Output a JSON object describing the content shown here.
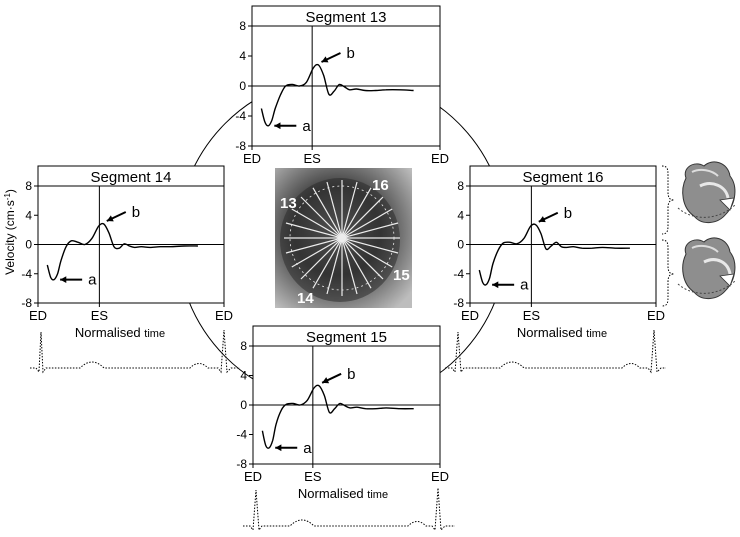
{
  "figure": {
    "ylabel": "Velocity",
    "ylabel_unit": "(cm·s",
    "ylabel_sup": "-1",
    "ylabel_close": ")",
    "xlabel": "Normalised",
    "xlabel_unit": "time"
  },
  "image_labels": [
    "13",
    "16",
    "15",
    "14"
  ],
  "chart_data": [
    {
      "type": "line",
      "title": "Segment 13",
      "ylim": [
        -8,
        8
      ],
      "yticks": [
        "8",
        "4",
        "0",
        "-4",
        "-8"
      ],
      "xticks": [
        "ED",
        "ES",
        "ED"
      ],
      "x": [
        0.0,
        0.02,
        0.04,
        0.06,
        0.08,
        0.11,
        0.14,
        0.18,
        0.22,
        0.26,
        0.3,
        0.33,
        0.36,
        0.39,
        0.42,
        0.45,
        0.48,
        0.51,
        0.55,
        0.6,
        0.66,
        0.72,
        0.8,
        0.88
      ],
      "series": [
        {
          "values": [
            -3.0,
            -4.8,
            -5.3,
            -4.6,
            -3.0,
            -1.2,
            0.0,
            0.2,
            0.0,
            0.5,
            2.4,
            2.8,
            1.4,
            -1.1,
            -0.7,
            0.2,
            -0.1,
            -0.5,
            -0.4,
            -0.6,
            -0.6,
            -0.5,
            -0.5,
            -0.6
          ]
        }
      ],
      "annotations": [
        {
          "label": "a",
          "x": 0.04,
          "y": -5.3
        },
        {
          "label": "b",
          "x": 0.33,
          "y": 2.8
        }
      ]
    },
    {
      "type": "line",
      "title": "Segment 14",
      "ylim": [
        -8,
        8
      ],
      "yticks": [
        "8",
        "4",
        "0",
        "-4",
        "-8"
      ],
      "xticks": [
        "ED",
        "ES",
        "ED"
      ],
      "x": [
        0.0,
        0.02,
        0.04,
        0.06,
        0.08,
        0.11,
        0.14,
        0.18,
        0.22,
        0.26,
        0.3,
        0.33,
        0.36,
        0.39,
        0.42,
        0.45,
        0.48,
        0.51,
        0.55,
        0.6,
        0.66,
        0.72,
        0.8,
        0.88
      ],
      "series": [
        {
          "values": [
            -2.8,
            -4.5,
            -4.8,
            -4.0,
            -2.2,
            -0.3,
            0.5,
            0.3,
            0.0,
            0.8,
            2.5,
            2.8,
            1.6,
            -0.3,
            -0.5,
            0.1,
            -0.2,
            -0.4,
            -0.3,
            -0.4,
            -0.3,
            -0.3,
            -0.2,
            -0.2
          ]
        }
      ],
      "annotations": [
        {
          "label": "a",
          "x": 0.04,
          "y": -4.8
        },
        {
          "label": "b",
          "x": 0.33,
          "y": 2.8
        }
      ]
    },
    {
      "type": "line",
      "title": "Segment 16",
      "ylim": [
        -8,
        8
      ],
      "yticks": [
        "8",
        "4",
        "0",
        "-4",
        "-8"
      ],
      "xticks": [
        "ED",
        "ES",
        "ED"
      ],
      "x": [
        0.0,
        0.02,
        0.04,
        0.06,
        0.08,
        0.11,
        0.14,
        0.18,
        0.22,
        0.26,
        0.3,
        0.33,
        0.36,
        0.39,
        0.42,
        0.45,
        0.48,
        0.51,
        0.55,
        0.6,
        0.66,
        0.72,
        0.8,
        0.88
      ],
      "series": [
        {
          "values": [
            -3.5,
            -5.2,
            -5.5,
            -4.6,
            -2.6,
            -0.8,
            0.2,
            0.3,
            0.1,
            0.8,
            2.5,
            2.7,
            1.5,
            -0.6,
            -0.2,
            0.3,
            -0.3,
            -0.4,
            -0.3,
            -0.5,
            -0.5,
            -0.4,
            -0.5,
            -0.5
          ]
        }
      ],
      "annotations": [
        {
          "label": "a",
          "x": 0.04,
          "y": -5.5
        },
        {
          "label": "b",
          "x": 0.33,
          "y": 2.7
        }
      ]
    },
    {
      "type": "line",
      "title": "Segment 15",
      "ylim": [
        -8,
        8
      ],
      "yticks": [
        "8",
        "4",
        "0",
        "-4",
        "-8"
      ],
      "xticks": [
        "ED",
        "ES",
        "ED"
      ],
      "x": [
        0.0,
        0.02,
        0.04,
        0.06,
        0.08,
        0.11,
        0.14,
        0.18,
        0.22,
        0.26,
        0.3,
        0.33,
        0.36,
        0.39,
        0.42,
        0.45,
        0.48,
        0.51,
        0.55,
        0.6,
        0.66,
        0.72,
        0.8,
        0.88
      ],
      "series": [
        {
          "values": [
            -3.5,
            -5.5,
            -5.8,
            -4.8,
            -2.6,
            -0.7,
            0.1,
            0.2,
            0.0,
            0.6,
            2.3,
            2.6,
            1.3,
            -1.0,
            -0.5,
            0.2,
            -0.1,
            -0.4,
            -0.3,
            -0.5,
            -0.5,
            -0.4,
            -0.5,
            -0.5
          ]
        }
      ],
      "annotations": [
        {
          "label": "a",
          "x": 0.04,
          "y": -5.8
        },
        {
          "label": "b",
          "x": 0.33,
          "y": 2.6
        }
      ]
    }
  ]
}
